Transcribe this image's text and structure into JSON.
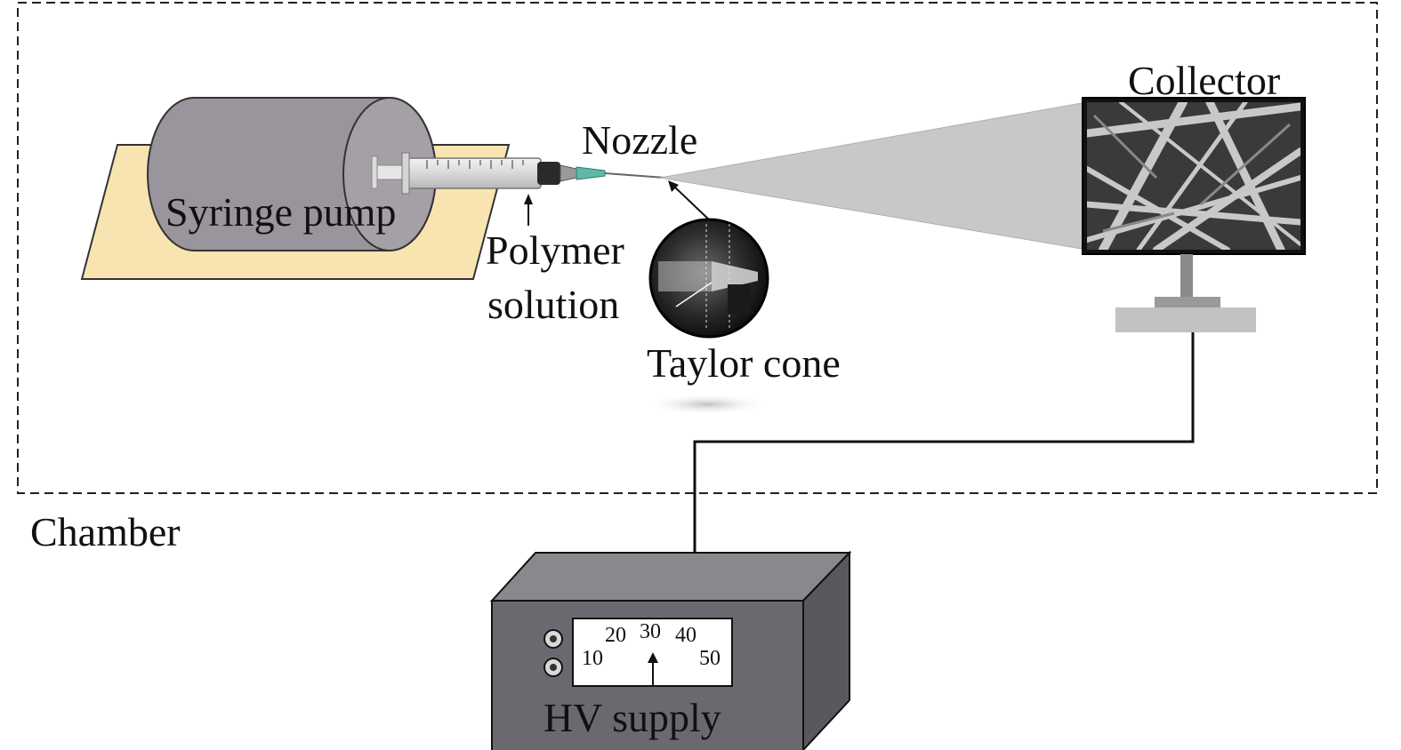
{
  "labels": {
    "syringe_pump": "Syringe pump",
    "nozzle": "Nozzle",
    "polymer_line1": "Polymer",
    "polymer_line2": "solution",
    "taylor_cone": "Taylor cone",
    "collector": "Collector",
    "chamber": "Chamber",
    "hv_supply": "HV supply"
  },
  "dial": {
    "ticks": [
      "10",
      "20",
      "30",
      "40",
      "50"
    ]
  },
  "colors": {
    "pump_body": "#9a949c",
    "pump_base": "#f8e4b0",
    "hv_box_front": "#6b6970",
    "hv_box_top": "#8a878d",
    "hv_box_side": "#5a585e",
    "spray_cone": "#c8c8c8",
    "needle_hub": "#5fb8a8"
  }
}
